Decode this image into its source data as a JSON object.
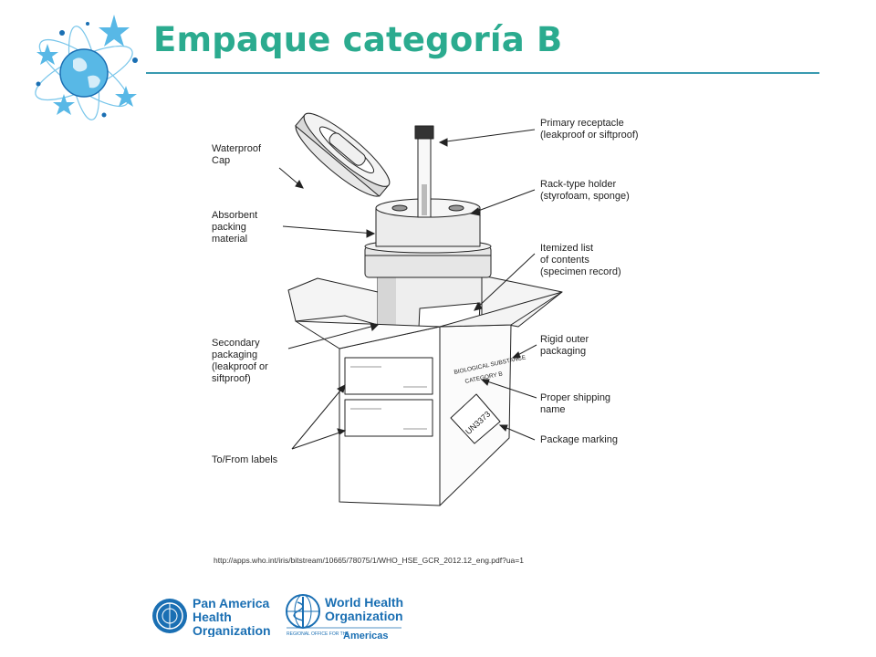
{
  "header": {
    "title": "Empaque categoría B"
  },
  "diagram": {
    "labels": {
      "primary": [
        "Primary receptacle",
        "(leakproof or siftproof)"
      ],
      "rack": [
        "Rack-type holder",
        "(styrofoam, sponge)"
      ],
      "itemized": [
        "Itemized list",
        "of contents",
        "(specimen record)"
      ],
      "rigid": [
        "Rigid outer",
        "packaging"
      ],
      "shipping": [
        "Proper shipping",
        "name"
      ],
      "marking": [
        "Package marking"
      ],
      "cap": [
        "Waterproof",
        "Cap"
      ],
      "absorbent": [
        "Absorbent",
        "packing",
        "material"
      ],
      "secondary": [
        "Secondary",
        "packaging",
        "(leakproof or",
        "siftproof)"
      ],
      "tofrom": [
        "To/From labels"
      ]
    },
    "box_text": {
      "un": "UN3373",
      "side_1": "BIOLOGICAL SUBSTANCE",
      "side_2": "CATEGORY B"
    }
  },
  "source_url": "http://apps.who.int/iris/bitstream/10665/78075/1/WHO_HSE_GCR_2012.12_eng.pdf?ua=1",
  "footer": {
    "paho": [
      "Pan American",
      "Health",
      "Organization"
    ],
    "who": [
      "World Health",
      "Organization"
    ],
    "who_region_small": "REGIONAL OFFICE FOR THE",
    "who_region": "Americas"
  },
  "colors": {
    "title": "#2bab8f",
    "rule": "#3a9ab0",
    "logo_blue": "#1a6fb3",
    "accent_light": "#58b8e6"
  }
}
